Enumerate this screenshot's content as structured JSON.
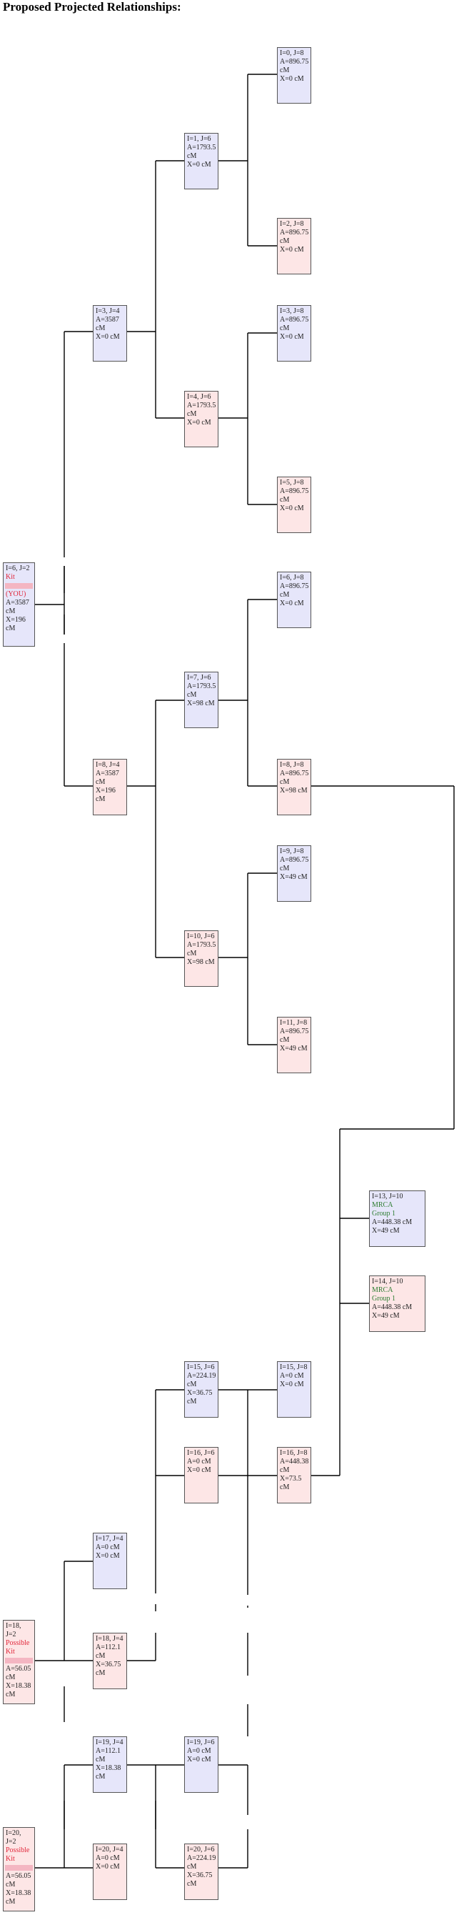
{
  "title": "Proposed Projected Relationships:",
  "nodes": [
    {
      "id": "n0",
      "label": "I=0, J=8",
      "a": "A=896.75 cM",
      "x": "X=0 cM",
      "color": "blue"
    },
    {
      "id": "n1",
      "label": "I=1, J=6",
      "a": "A=1793.5 cM",
      "x": "X=0 cM",
      "color": "blue"
    },
    {
      "id": "n2",
      "label": "I=2, J=8",
      "a": "A=896.75 cM",
      "x": "X=0 cM",
      "color": "pink"
    },
    {
      "id": "n3",
      "label": "I=3, J=4",
      "a": "A=3587 cM",
      "x": "X=0 cM",
      "color": "blue"
    },
    {
      "id": "n3b",
      "label": "I=3, J=8",
      "a": "A=896.75 cM",
      "x": "X=0 cM",
      "color": "blue"
    },
    {
      "id": "n4",
      "label": "I=4, J=6",
      "a": "A=1793.5 cM",
      "x": "X=0 cM",
      "color": "pink"
    },
    {
      "id": "n5",
      "label": "I=5, J=8",
      "a": "A=896.75 cM",
      "x": "X=0 cM",
      "color": "pink"
    },
    {
      "id": "n6",
      "label": "I=6, J=2",
      "tag1": "Kit",
      "tag2": "(YOU)",
      "a": "A=3587 cM",
      "x": "X=196 cM",
      "color": "blue"
    },
    {
      "id": "n6b",
      "label": "I=6, J=8",
      "a": "A=896.75 cM",
      "x": "X=0 cM",
      "color": "blue"
    },
    {
      "id": "n7",
      "label": "I=7, J=6",
      "a": "A=1793.5 cM",
      "x": "X=98 cM",
      "color": "blue"
    },
    {
      "id": "n8",
      "label": "I=8, J=4",
      "a": "A=3587 cM",
      "x": "X=196 cM",
      "color": "pink"
    },
    {
      "id": "n8b",
      "label": "I=8, J=8",
      "a": "A=896.75 cM",
      "x": "X=98 cM",
      "color": "pink"
    },
    {
      "id": "n9",
      "label": "I=9, J=8",
      "a": "A=896.75 cM",
      "x": "X=49 cM",
      "color": "blue"
    },
    {
      "id": "n10",
      "label": "I=10, J=6",
      "a": "A=1793.5 cM",
      "x": "X=98 cM",
      "color": "pink"
    },
    {
      "id": "n11",
      "label": "I=11, J=8",
      "a": "A=896.75 cM",
      "x": "X=49 cM",
      "color": "pink"
    },
    {
      "id": "n13",
      "label": "I=13, J=10",
      "tag1": "MRCA",
      "tag2": "Group 1",
      "a": "A=448.38 cM",
      "x": "X=49 cM",
      "color": "blue"
    },
    {
      "id": "n14",
      "label": "I=14, J=10",
      "tag1": "MRCA",
      "tag2": "Group 1",
      "a": "A=448.38 cM",
      "x": "X=49 cM",
      "color": "pink"
    },
    {
      "id": "n15a",
      "label": "I=15, J=6",
      "a": "A=224.19 cM",
      "x": "X=36.75 cM",
      "color": "blue"
    },
    {
      "id": "n15b",
      "label": "I=15, J=8",
      "a": "A=0 cM",
      "x": "X=0 cM",
      "color": "blue"
    },
    {
      "id": "n16a",
      "label": "I=16, J=6",
      "a": "A=0 cM",
      "x": "X=0 cM",
      "color": "pink"
    },
    {
      "id": "n16b",
      "label": "I=16, J=8",
      "a": "A=448.38 cM",
      "x": "X=73.5 cM",
      "color": "pink"
    },
    {
      "id": "n17",
      "label": "I=17, J=4",
      "a": "A=0 cM",
      "x": "X=0 cM",
      "color": "blue"
    },
    {
      "id": "n18a",
      "label": "I=18, J=2",
      "tag1": "Possible Kit",
      "a": "A=56.05 cM",
      "x": "X=18.38 cM",
      "color": "pink"
    },
    {
      "id": "n18b",
      "label": "I=18, J=4",
      "a": "A=112.1 cM",
      "x": "X=36.75 cM",
      "color": "pink"
    },
    {
      "id": "n19a",
      "label": "I=19, J=4",
      "a": "A=112.1 cM",
      "x": "X=18.38 cM",
      "color": "blue"
    },
    {
      "id": "n19b",
      "label": "I=19, J=6",
      "a": "A=0 cM",
      "x": "X=0 cM",
      "color": "blue"
    },
    {
      "id": "n20a",
      "label": "I=20, J=2",
      "tag1": "Possible Kit",
      "a": "A=56.05 cM",
      "x": "X=18.38 cM",
      "color": "pink"
    },
    {
      "id": "n20b",
      "label": "I=20, J=4",
      "a": "A=0 cM",
      "x": "X=0 cM",
      "color": "pink"
    },
    {
      "id": "n20c",
      "label": "I=20, J=6",
      "a": "A=224.19 cM",
      "x": "X=36.75 cM",
      "color": "pink"
    }
  ]
}
